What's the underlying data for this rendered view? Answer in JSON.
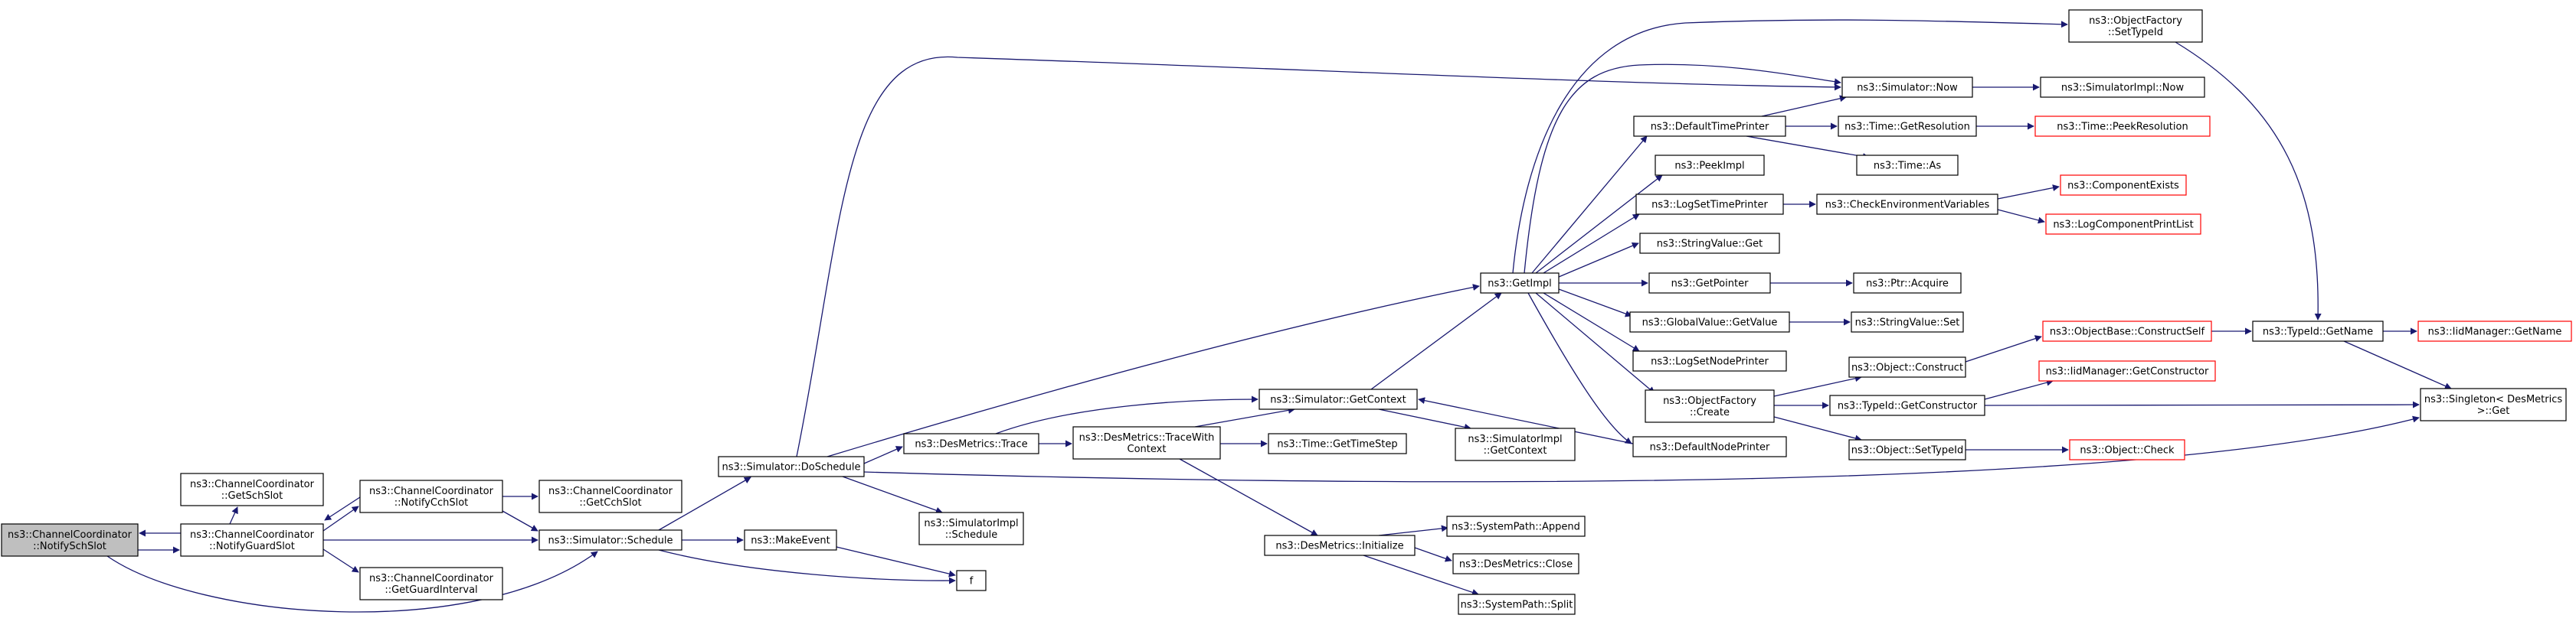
{
  "colors": {
    "edge": "#191970",
    "node_border": "#000000",
    "node_border_red": "#ff0000",
    "node_fill": "#ffffff",
    "focus_fill": "#bfbfbf"
  },
  "nodes": {
    "notify_sch_slot": [
      "ns3::ChannelCoordinator",
      "::NotifySchSlot"
    ],
    "get_sch_slot": [
      "ns3::ChannelCoordinator",
      "::GetSchSlot"
    ],
    "notify_guard_slot": [
      "ns3::ChannelCoordinator",
      "::NotifyGuardSlot"
    ],
    "notify_cch_slot": [
      "ns3::ChannelCoordinator",
      "::NotifyCchSlot"
    ],
    "get_guard_interval": [
      "ns3::ChannelCoordinator",
      "::GetGuardInterval"
    ],
    "get_cch_slot": [
      "ns3::ChannelCoordinator",
      "::GetCchSlot"
    ],
    "sim_schedule": [
      "ns3::Simulator::Schedule"
    ],
    "sim_do_schedule": [
      "ns3::Simulator::DoSchedule"
    ],
    "make_event": [
      "ns3::MakeEvent"
    ],
    "f": [
      "f"
    ],
    "des_trace": [
      "ns3::DesMetrics::Trace"
    ],
    "simimpl_schedule": [
      "ns3::SimulatorImpl",
      "::Schedule"
    ],
    "trace_with_context": [
      "ns3::DesMetrics::TraceWith",
      "Context"
    ],
    "sim_get_context": [
      "ns3::Simulator::GetContext"
    ],
    "time_get_timestep": [
      "ns3::Time::GetTimeStep"
    ],
    "des_initialize": [
      "ns3::DesMetrics::Initialize"
    ],
    "simimpl_get_context": [
      "ns3::SimulatorImpl",
      "::GetContext"
    ],
    "sys_append": [
      "ns3::SystemPath::Append"
    ],
    "des_close": [
      "ns3::DesMetrics::Close"
    ],
    "sys_split": [
      "ns3::SystemPath::Split"
    ],
    "get_impl": [
      "ns3::GetImpl"
    ],
    "sim_now": [
      "ns3::Simulator::Now"
    ],
    "default_time_printer": [
      "ns3::DefaultTimePrinter"
    ],
    "peek_impl": [
      "ns3::PeekImpl"
    ],
    "log_set_time_printer": [
      "ns3::LogSetTimePrinter"
    ],
    "string_value_get": [
      "ns3::StringValue::Get"
    ],
    "get_pointer": [
      "ns3::GetPointer"
    ],
    "global_value_get": [
      "ns3::GlobalValue::GetValue"
    ],
    "log_set_node_printer": [
      "ns3::LogSetNodePrinter"
    ],
    "object_factory_create": [
      "ns3::ObjectFactory",
      "::Create"
    ],
    "default_node_printer": [
      "ns3::DefaultNodePrinter"
    ],
    "object_factory_set_typeid": [
      "ns3::ObjectFactory",
      "::SetTypeId"
    ],
    "simimpl_now": [
      "ns3::SimulatorImpl::Now"
    ],
    "time_get_resolution": [
      "ns3::Time::GetResolution"
    ],
    "time_as": [
      "ns3::Time::As"
    ],
    "check_env": [
      "ns3::CheckEnvironmentVariables"
    ],
    "ptr_acquire": [
      "ns3::Ptr::Acquire"
    ],
    "string_value_set": [
      "ns3::StringValue::Set"
    ],
    "object_construct": [
      "ns3::Object::Construct"
    ],
    "typeid_get_constructor": [
      "ns3::TypeId::GetConstructor"
    ],
    "object_set_typeid": [
      "ns3::Object::SetTypeId"
    ],
    "time_peek_resolution": [
      "ns3::Time::PeekResolution"
    ],
    "component_exists": [
      "ns3::ComponentExists"
    ],
    "log_component_print_list": [
      "ns3::LogComponentPrintList"
    ],
    "objectbase_construct_self": [
      "ns3::ObjectBase::ConstructSelf"
    ],
    "iid_get_constructor": [
      "ns3::IidManager::GetConstructor"
    ],
    "object_check": [
      "ns3::Object::Check"
    ],
    "typeid_get_name": [
      "ns3::TypeId::GetName"
    ],
    "iid_get_name": [
      "ns3::IidManager::GetName"
    ],
    "singleton_get": [
      "ns3::Singleton< DesMetrics",
      " >::Get"
    ]
  }
}
